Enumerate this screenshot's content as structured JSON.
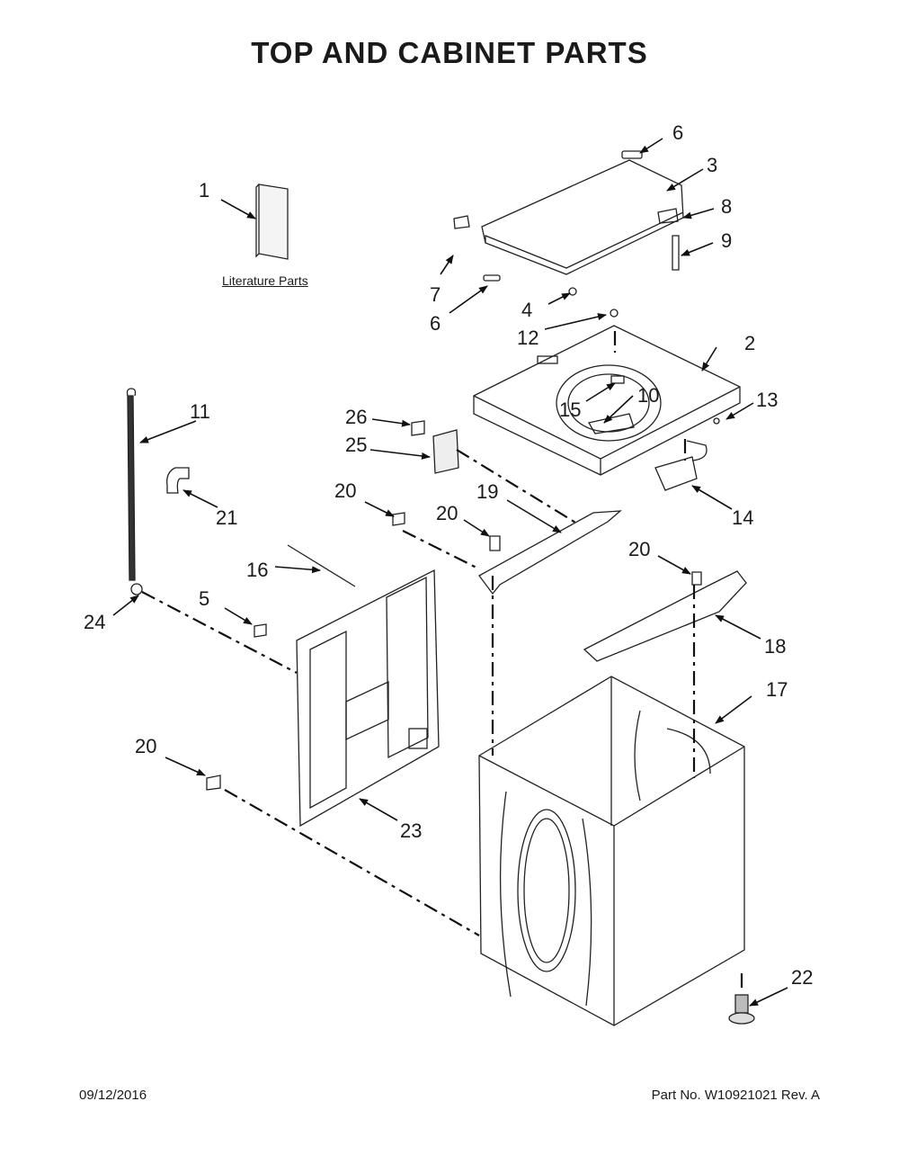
{
  "title": "TOP AND CABINET PARTS",
  "literature_label": "Literature Parts",
  "footer": {
    "date": "09/12/2016",
    "part_no": "Part No.  W10921021  Rev.  A"
  },
  "callouts": [
    "1",
    "2",
    "3",
    "4",
    "5",
    "6",
    "6",
    "7",
    "8",
    "9",
    "10",
    "11",
    "12",
    "13",
    "14",
    "15",
    "16",
    "17",
    "18",
    "19",
    "20",
    "20",
    "20",
    "20",
    "21",
    "22",
    "23",
    "24",
    "25",
    "26"
  ]
}
